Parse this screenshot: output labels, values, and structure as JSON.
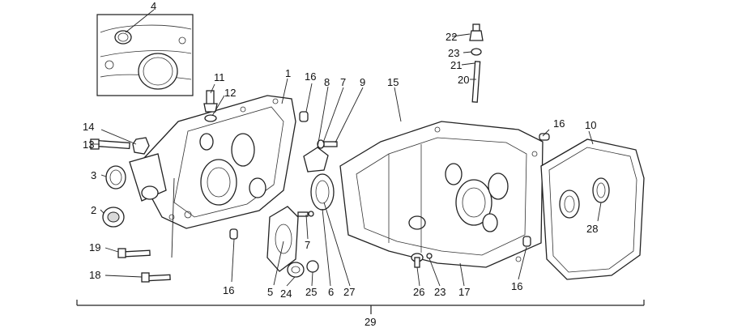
{
  "labels": {
    "p1": "1",
    "p2": "2",
    "p3": "3",
    "p4": "4",
    "p5": "5",
    "p6": "6",
    "p7a": "7",
    "p7b": "7",
    "p8": "8",
    "p9": "9",
    "p10": "10",
    "p11": "11",
    "p12": "12",
    "p13": "13",
    "p14": "14",
    "p15": "15",
    "p16a": "16",
    "p16b": "16",
    "p16c": "16",
    "p16d": "16",
    "p17": "17",
    "p18": "18",
    "p19": "19",
    "p20": "20",
    "p21": "21",
    "p22": "22",
    "p23a": "23",
    "p23b": "23",
    "p24": "24",
    "p25": "25",
    "p26": "26",
    "p27": "27",
    "p28": "28",
    "p29": "29"
  }
}
